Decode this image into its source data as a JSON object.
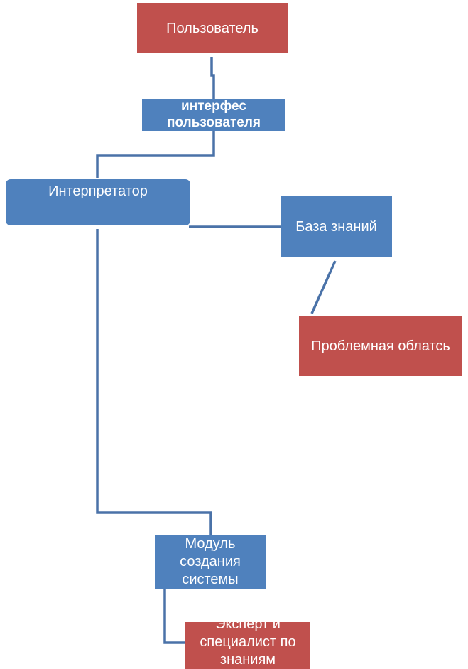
{
  "colors": {
    "red_node": "#c0504d",
    "blue_node": "#4f81bd",
    "connector": "#4a72a8",
    "text": "#ffffff"
  },
  "nodes": {
    "user": {
      "label": "Пользователь"
    },
    "user_interface": {
      "label": "интерфес пользователя"
    },
    "interpreter": {
      "label": "Интерпретатор"
    },
    "knowledge_base": {
      "label": "База знаний"
    },
    "problem_domain": {
      "label": "Проблемная облатсь"
    },
    "system_builder": {
      "label": "Модуль создания системы"
    },
    "expert": {
      "label": "Эксперт и специалист по знаниям"
    }
  }
}
